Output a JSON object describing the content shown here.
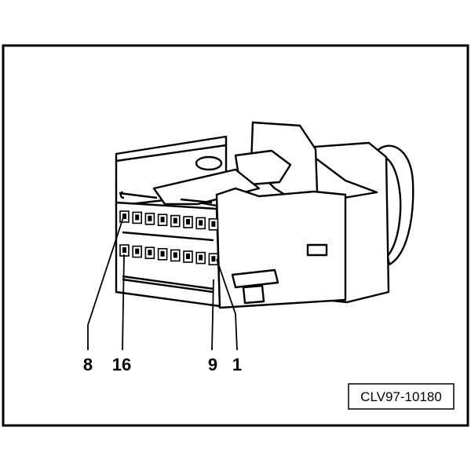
{
  "labels": {
    "pin_8": "8",
    "pin_16": "16",
    "pin_9": "9",
    "pin_1": "1"
  },
  "reference_code": "CLV97-10180",
  "colors": {
    "line": "#000000",
    "background": "#ffffff"
  },
  "connector": {
    "top_row_contacts": 8,
    "bottom_row_contacts": 8
  }
}
